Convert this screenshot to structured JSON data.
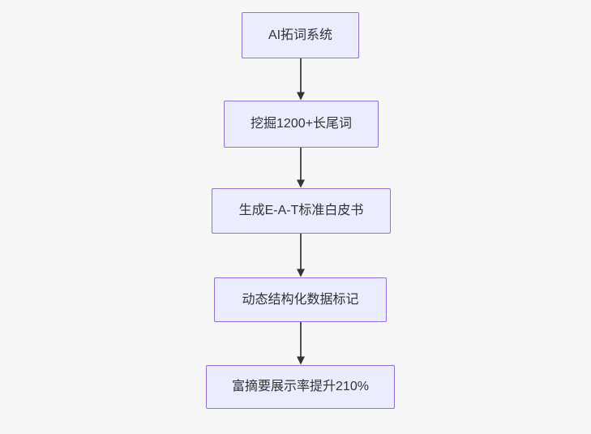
{
  "canvas": {
    "background": "#f7f7f7"
  },
  "diagram": {
    "type": "flowchart-top-down",
    "node_fill": "#ECECFF",
    "node_border": "#9370DB",
    "arrow_color": "#333333",
    "text_color": "#333333",
    "nodes": [
      {
        "id": "A",
        "label": "AI拓词系统"
      },
      {
        "id": "B",
        "label": "挖掘1200+长尾词"
      },
      {
        "id": "C",
        "label": "生成E-A-T标准白皮书"
      },
      {
        "id": "D",
        "label": "动态结构化数据标记"
      },
      {
        "id": "E",
        "label": "富摘要展示率提升210%"
      }
    ],
    "edges": [
      {
        "from": "A",
        "to": "B"
      },
      {
        "from": "B",
        "to": "C"
      },
      {
        "from": "C",
        "to": "D"
      },
      {
        "from": "D",
        "to": "E"
      }
    ]
  }
}
